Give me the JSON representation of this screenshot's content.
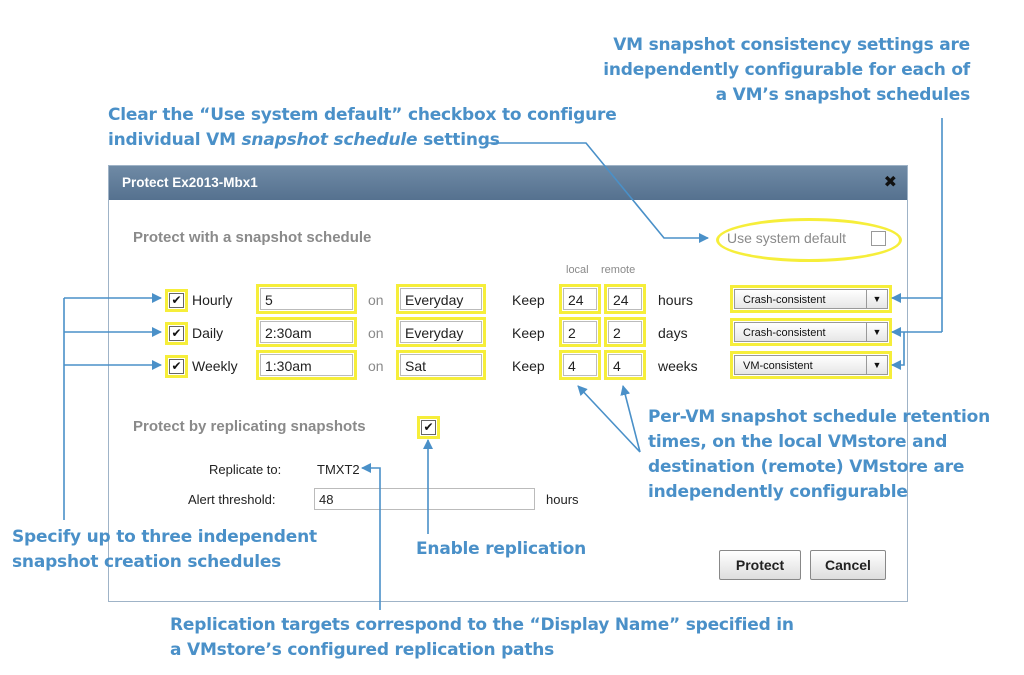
{
  "callouts": {
    "consistency": [
      "VM snapshot consistency settings are",
      "independently configurable for each of",
      "a VM’s snapshot schedules"
    ],
    "system_default_line1": "Clear the “Use system default” checkbox to configure",
    "system_default_line2_prefix": "individual VM ",
    "system_default_line2_italic": "snapshot schedule",
    "system_default_line2_suffix": " settings",
    "retention": [
      "Per-VM snapshot schedule retention",
      "times, on the local VMstore and",
      "destination (remote) VMstore are",
      "independently configurable"
    ],
    "schedules": [
      "Specify up to three independent",
      "snapshot creation schedules"
    ],
    "enable_replication": "Enable replication",
    "replication_targets": [
      "Replication targets correspond to the “Display Name” specified in",
      "a VMstore’s configured replication paths"
    ]
  },
  "dialog": {
    "title": "Protect Ex2013-Mbx1",
    "close_glyph": "✖",
    "schedule_title": "Protect with a snapshot schedule",
    "use_system_default": "Use system default",
    "col_local": "local",
    "col_remote": "remote",
    "on_label": "on",
    "keep_label": "Keep",
    "check_glyph": "✔",
    "caret_glyph": "▼",
    "schedules": [
      {
        "name": "Hourly",
        "time": "5",
        "day": "Everyday",
        "local": "24",
        "remote": "24",
        "unit": "hours",
        "consistency": "Crash-consistent"
      },
      {
        "name": "Daily",
        "time": "2:30am",
        "day": "Everyday",
        "local": "2",
        "remote": "2",
        "unit": "days",
        "consistency": "Crash-consistent"
      },
      {
        "name": "Weekly",
        "time": "1:30am",
        "day": "Sat",
        "local": "4",
        "remote": "4",
        "unit": "weeks",
        "consistency": "VM-consistent"
      }
    ],
    "replicate_title": "Protect by replicating snapshots",
    "replicate_to_label": "Replicate to:",
    "replicate_to_value": "TMXT2",
    "alert_label": "Alert threshold:",
    "alert_value": "48",
    "alert_unit": "hours",
    "protect_button": "Protect",
    "cancel_button": "Cancel"
  },
  "colors": {
    "callout": "#4a90c8",
    "highlight": "#f6ee3a",
    "titlebar": "#5f7b98"
  }
}
